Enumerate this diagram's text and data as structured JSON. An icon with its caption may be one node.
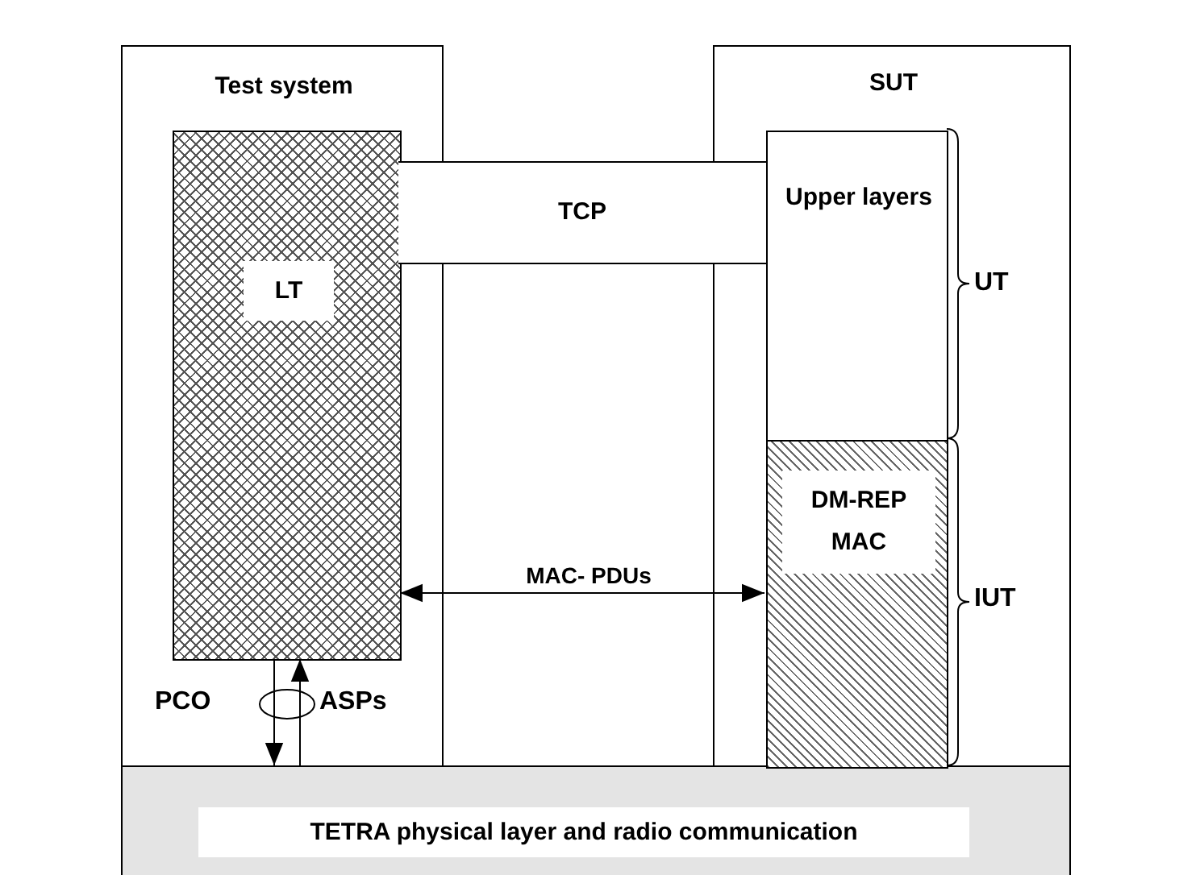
{
  "diagram": {
    "nodes": [
      {
        "text": [
          "Test system"
        ]
      },
      {
        "text": [
          "SUT"
        ]
      },
      {
        "text": [
          "LT"
        ],
        "in": 0
      },
      {
        "text": [
          "TCP"
        ]
      },
      {
        "text": [
          "Upper layers"
        ],
        "in": 1
      },
      {
        "text": [
          "DM-REP MAC"
        ],
        "in": 1
      },
      {
        "text": [
          "TETRA physical layer and radio communication"
        ]
      }
    ],
    "edges": [
      {
        "from": 2,
        "to": 5,
        "arrow": "both",
        "label": "MAC- PDUs"
      },
      {
        "from": 2,
        "to": 6,
        "arrow": "to"
      },
      {
        "from": 6,
        "to": 2,
        "arrow": "to"
      }
    ],
    "labels": [
      "UT",
      "IUT",
      "PCO",
      "ASPs"
    ]
  }
}
